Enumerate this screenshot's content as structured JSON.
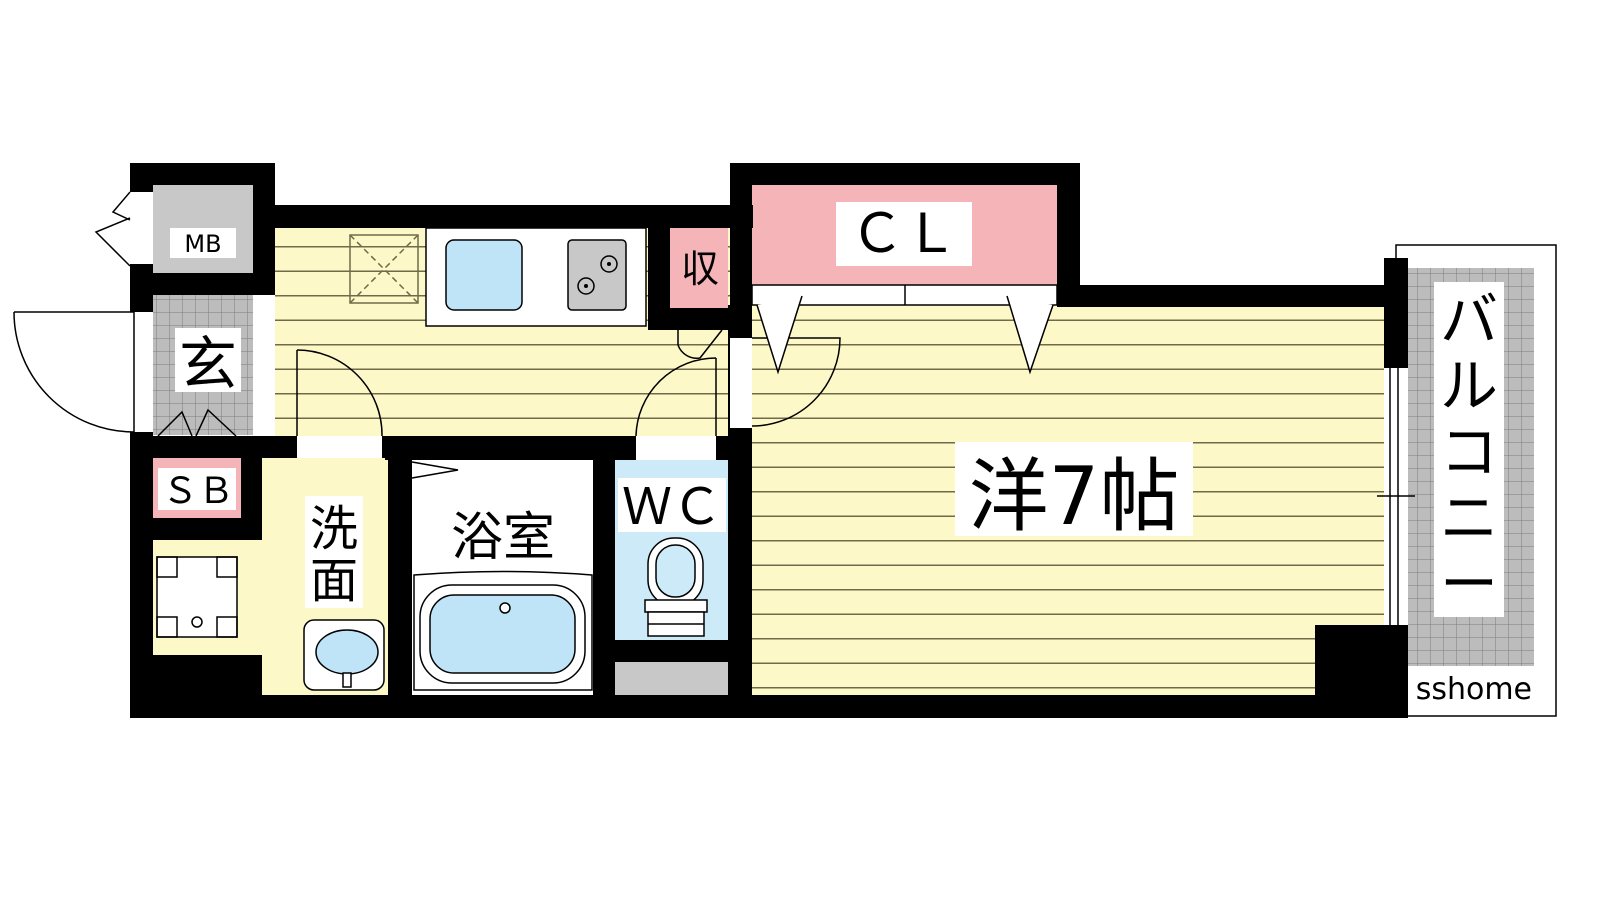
{
  "labels": {
    "mb": "MB",
    "cl": "ＣＬ",
    "storage": "収",
    "genkan": "玄",
    "sb": "ＳＢ",
    "senmen_1": "洗",
    "senmen_2": "面",
    "bath": "浴室",
    "wc": "ＷＣ",
    "room": "洋7帖",
    "balcony": [
      "バ",
      "ル",
      "コ",
      "ニ",
      "ー"
    ],
    "watermark": "sshome"
  },
  "colors": {
    "wall": "#000000",
    "floor_yellow": "#fdf8c8",
    "floor_line": "#6e6a4a",
    "closet_pink": "#f5b4b8",
    "wet_blue": "#cdeaf8",
    "fixture_blue": "#bfe4f8",
    "mb_gray": "#c8c8c8",
    "tile_gray": "#b9b9b9",
    "white": "#ffffff"
  }
}
